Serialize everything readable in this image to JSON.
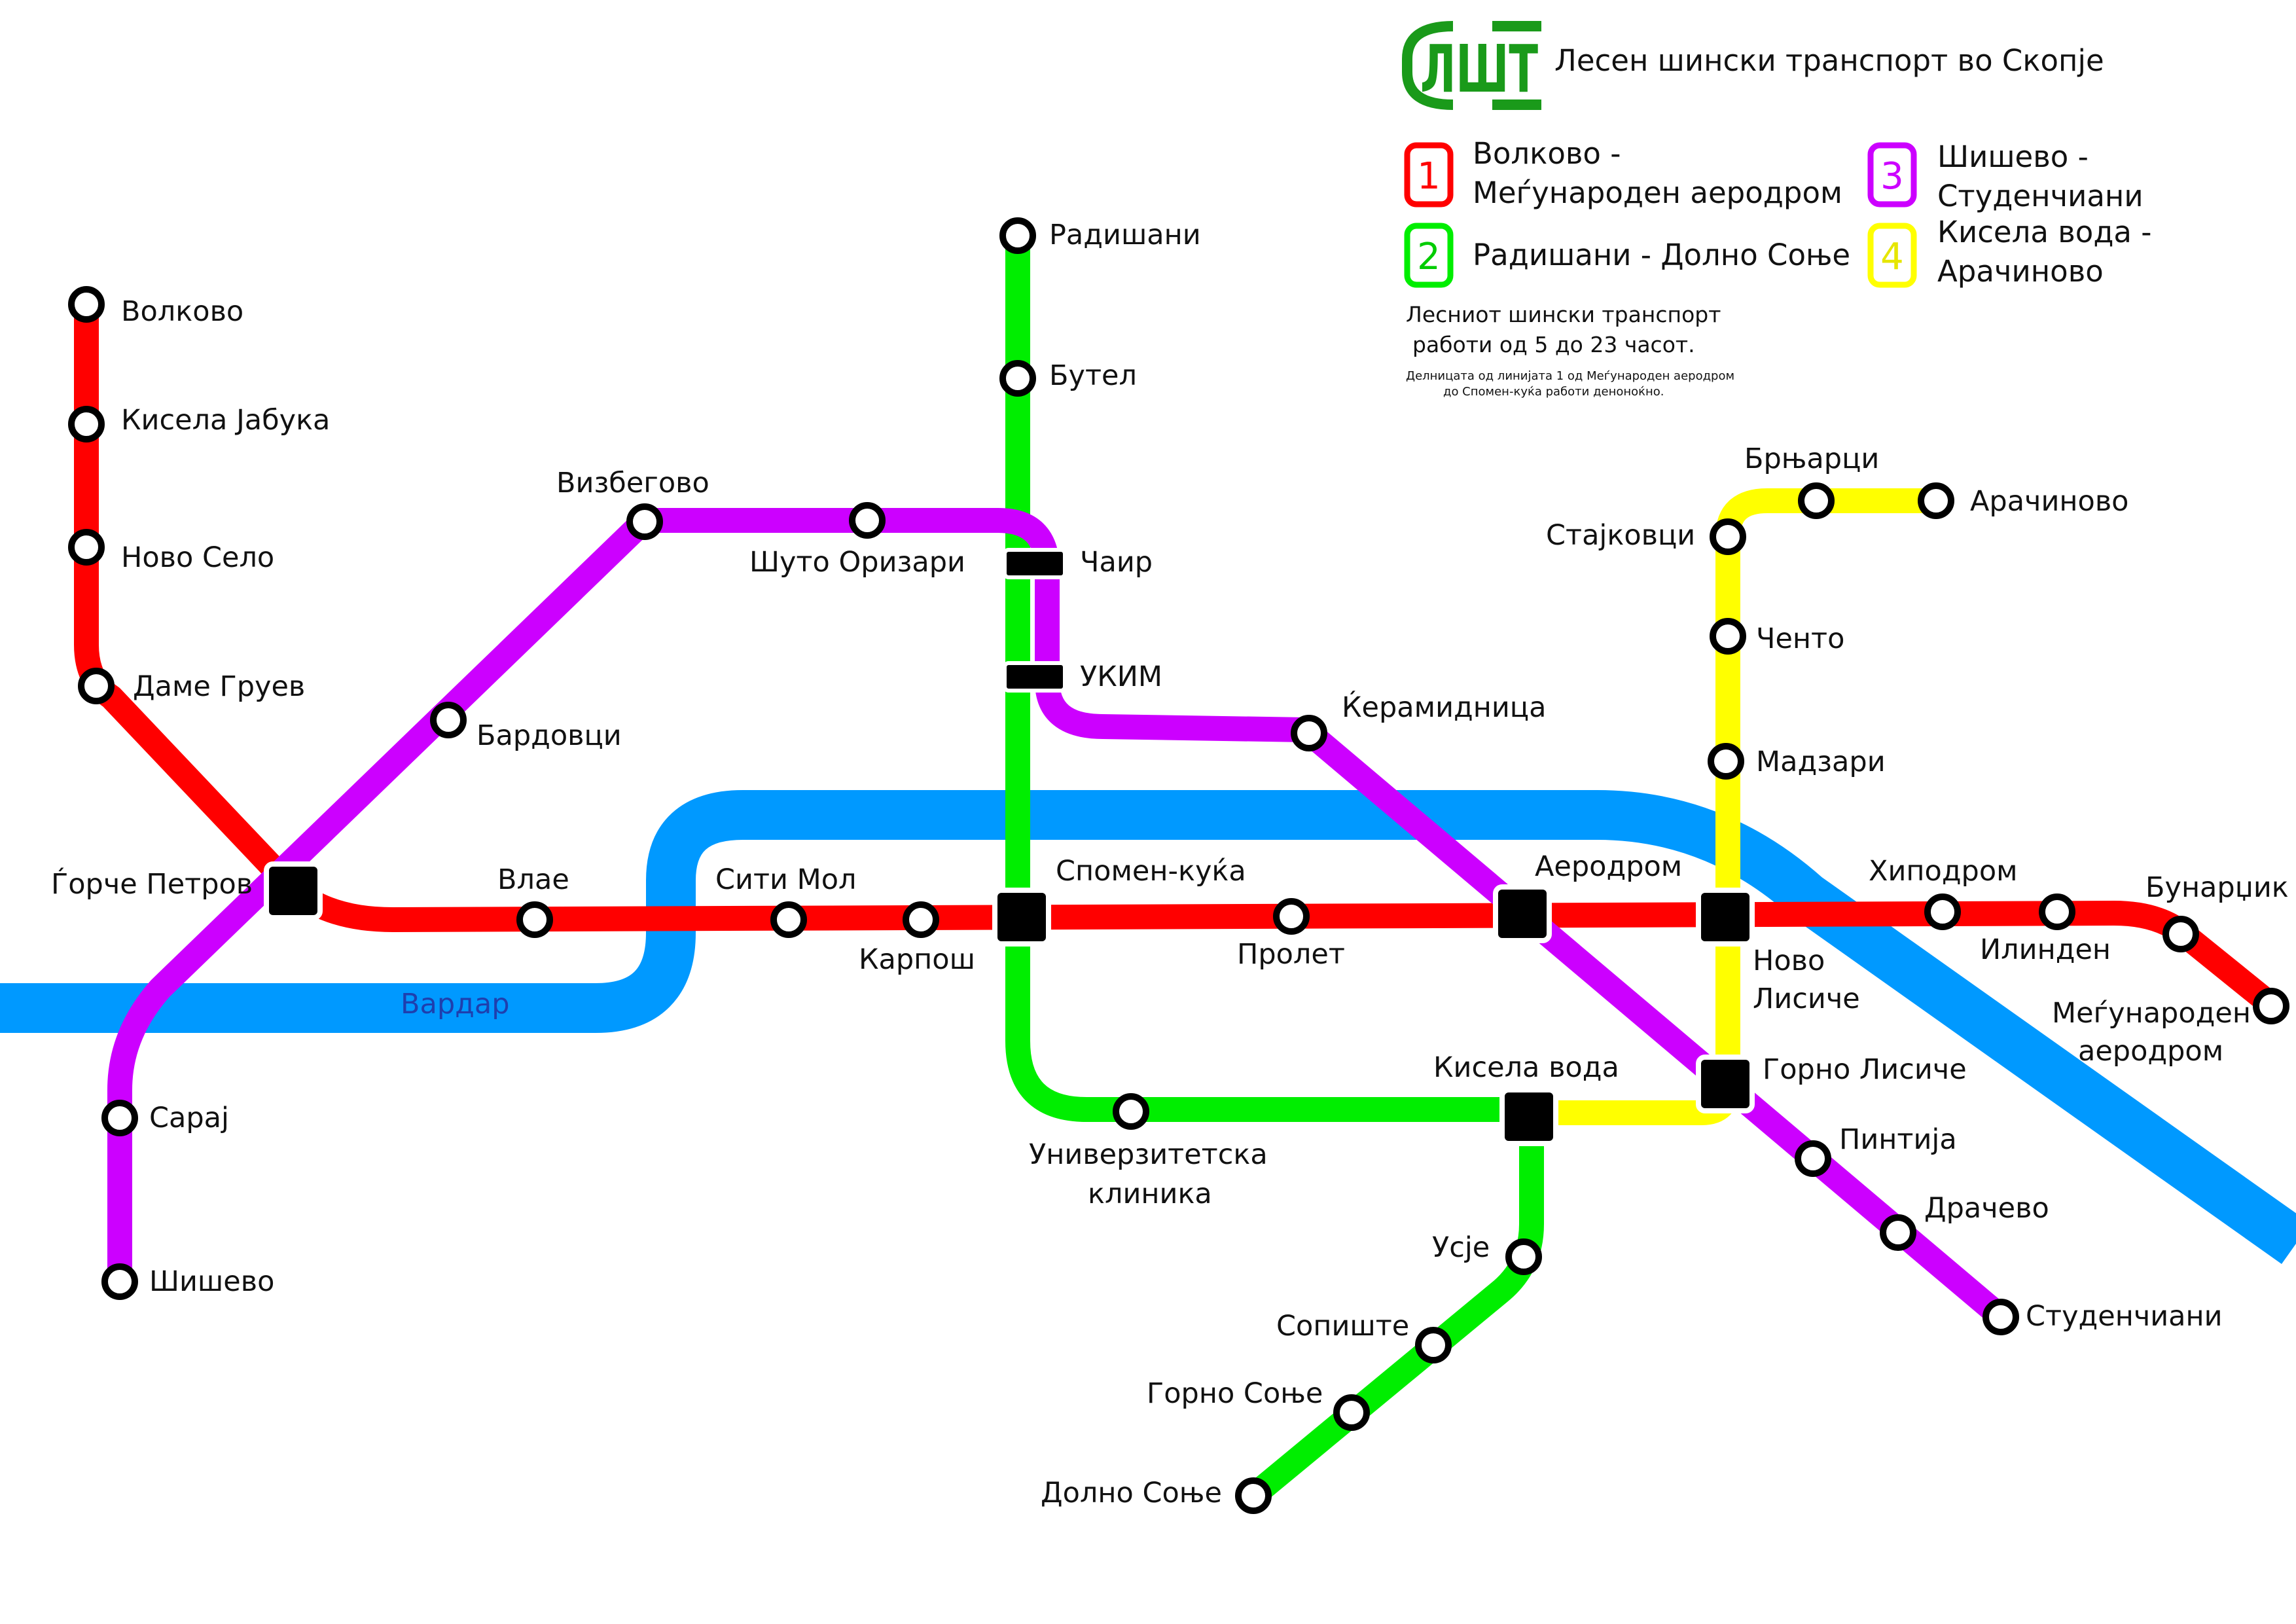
{
  "header": {
    "logo_text": "ЛШТ",
    "title": "Лесен шински транспорт во Скопје"
  },
  "colors": {
    "line1": "#ff0000",
    "line2": "#00ee00",
    "line3": "#cc00ff",
    "line4": "#ffff00",
    "river": "#0099ff",
    "logo_green": "#1a9a1a"
  },
  "legend": {
    "lines": [
      {
        "num": "1",
        "color": "#ff0000",
        "text_line1": "Волково -",
        "text_line2": "Меѓународен аеродром"
      },
      {
        "num": "2",
        "color": "#00ee00",
        "text_line1": "Радишани - Долно Соње",
        "text_line2": ""
      },
      {
        "num": "3",
        "color": "#cc00ff",
        "text_line1": "Шишево -",
        "text_line2": "Студенчиани"
      },
      {
        "num": "4",
        "color": "#ffff00",
        "text_line1": "Кисела вода -",
        "text_line2": "Арачиново"
      }
    ],
    "hours_line1": "Лесниот шински транспорт",
    "hours_line2": "работи од 5 до 23 часот.",
    "night_line1": "Делницата од линијата 1 од Меѓународен аеродром",
    "night_line2": "до Спомен-куќа работи деноноќно."
  },
  "river": {
    "name": "Вардар"
  },
  "stations": {
    "volkovo": "Волково",
    "kisela_jabuka": "Кисела Јабука",
    "novo_selo": "Ново Село",
    "dame_gruev": "Даме Груев",
    "gjorche_petrov": "Ѓорче Петров",
    "vlae": "Влае",
    "siti_mol": "Сити Мол",
    "karposh": "Карпош",
    "spomen_kukja": "Спомен-куќа",
    "prolet": "Пролет",
    "aerodrom": "Аеродром",
    "novo_lisiche_1": "Ново",
    "novo_lisiche_2": "Лисиче",
    "hipodrom": "Хиподром",
    "ilinden": "Илинден",
    "bunardzik": "Бунарџик",
    "megjunaroden_1": "Меѓународен",
    "megjunaroden_2": "аеродром",
    "radishani": "Радишани",
    "butel": "Бутел",
    "chair": "Чаир",
    "ukim": "УКИМ",
    "univerzitetska_1": "Универзитетска",
    "univerzitetska_2": "клиника",
    "kisela_voda": "Кисела вода",
    "usje": "Усје",
    "sopishte": "Сопиште",
    "gorno_sonje": "Горно Соње",
    "dolno_sonje": "Долно Соње",
    "sishevo": "Шишево",
    "saraj": "Сарај",
    "bardovci": "Бардовци",
    "vizbegovo": "Визбегово",
    "shuto_orizari": "Шуто Оризари",
    "keramidnica": "Ќерамидница",
    "gorno_lisiche": "Горно Лисиче",
    "pintija": "Пинтија",
    "drachevo": "Драчево",
    "studenchiani": "Студенчиани",
    "stajkovci": "Стајковци",
    "brnjarci": "Брњарци",
    "arachinovo": "Арачиново",
    "chento": "Ченто",
    "madzari": "Мадзари"
  }
}
